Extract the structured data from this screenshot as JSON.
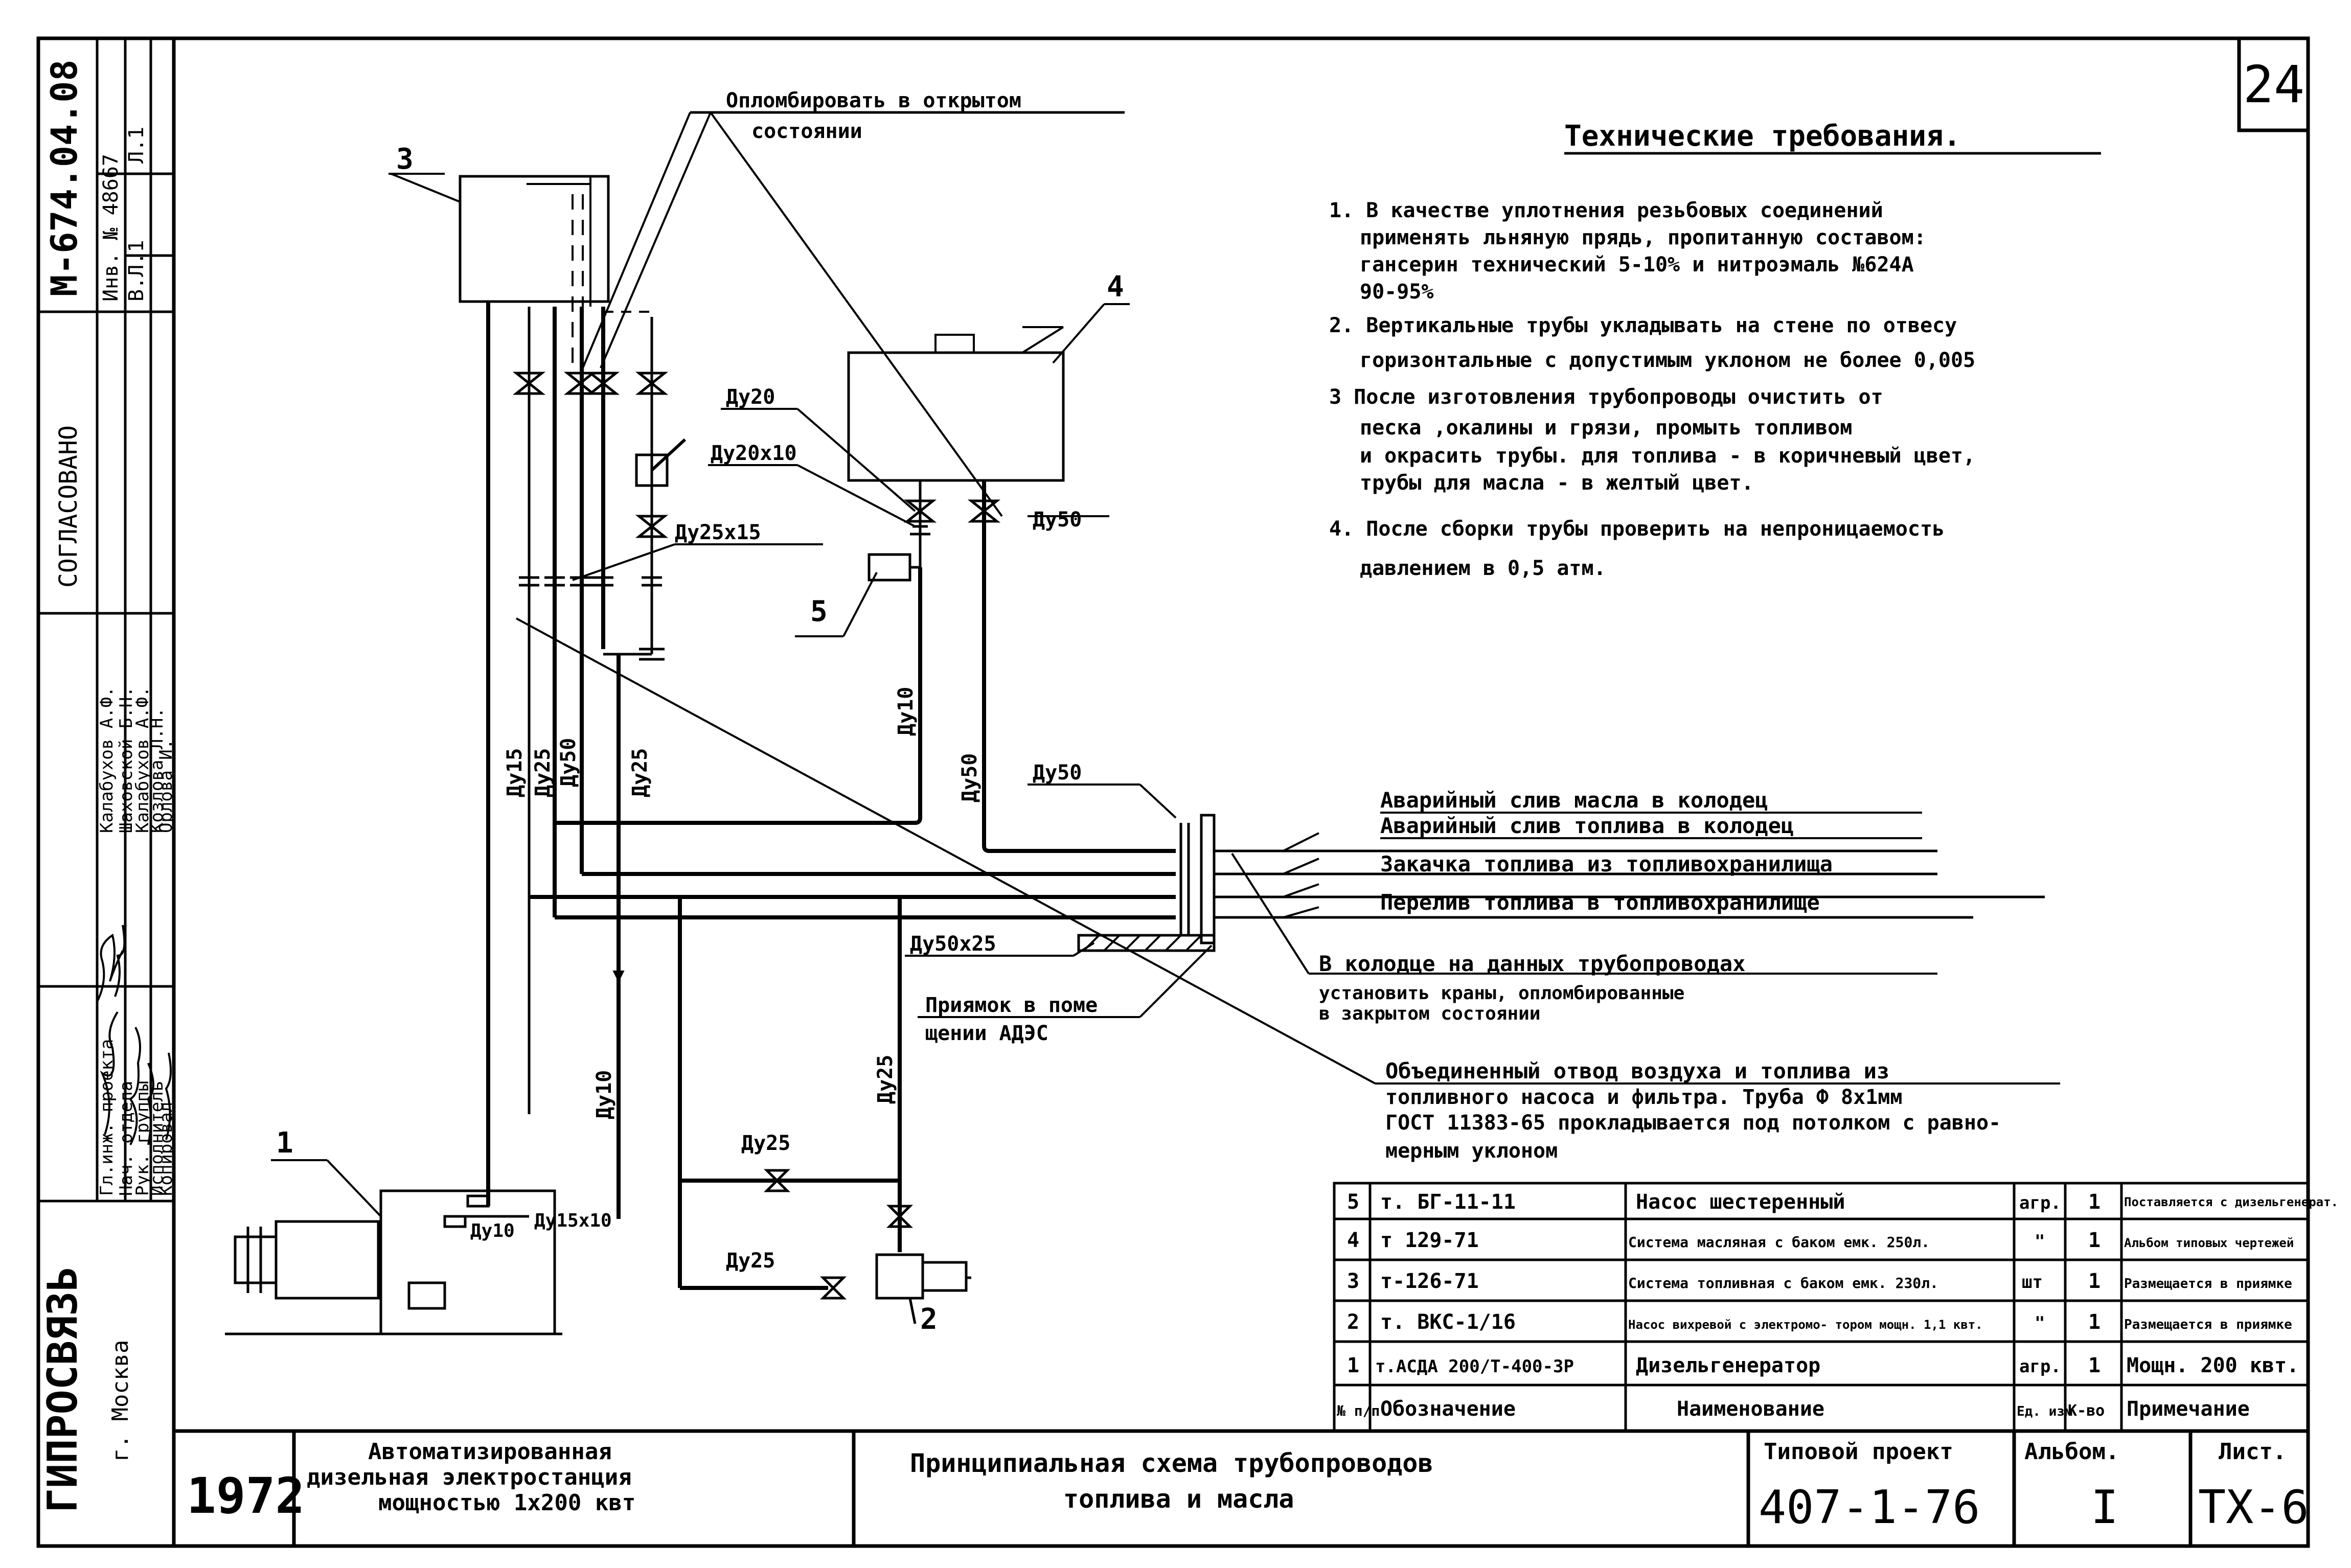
{
  "sheet_number": "24",
  "sidebar": {
    "code": "М-674.04.08",
    "inv": "Инв. № 48667",
    "vl": "В.Л.1",
    "l": "Л.1",
    "agreed": "СОГЛАСОВАНО",
    "roles": [
      "Гл.инж. проекта",
      "Нач. отдела",
      "Рук. группы",
      "Исполнитель",
      "Копировал"
    ],
    "names": [
      "Калабухов А.Ф.",
      "Шаховской Б.Н.",
      "Калабухов А.Ф.",
      "Козлова Л.Н.",
      "Орлова И."
    ],
    "org": "ГИПРОСВЯЗЬ",
    "city": "г. Москва"
  },
  "tech_req": {
    "title": "Технические требования.",
    "items": [
      [
        "1. В качестве уплотнения резьбовых соединений",
        "применять льняную прядь, пропитанную составом:",
        "гансерин технический 5-10% и нитроэмаль №624А",
        "90-95%"
      ],
      [
        "2. Вертикальные трубы укладывать на стене по отвесу",
        "горизонтальные с допустимым уклоном не более 0,005"
      ],
      [
        "3 После изготовления трубопроводы очистить от",
        "песка ,окалины и грязи, промыть топливом",
        "и окрасить трубы. для топлива - в коричневый цвет,",
        "трубы для масла - в желтый цвет."
      ],
      [
        "4. После сборки трубы проверить на непроницаемость",
        "давлением в 0,5 атм."
      ]
    ]
  },
  "labels": {
    "seal_open": [
      "Опломбировать в открытом",
      "состоянии"
    ],
    "du20": "Ду20",
    "du20x10": "Ду20х10",
    "du25x15": "Ду25х15",
    "du50_top": "Ду50",
    "du15": "Ду15",
    "du25_a": "Ду25",
    "du50_b": "Ду50",
    "du25_b": "Ду25",
    "du10_a": "Ду10",
    "du50_c": "Ду50",
    "du50x25": "Ду50х25",
    "du10_b": "Ду10",
    "du25_c": "Ду25",
    "du25_d": "Ду25",
    "du25_e": "Ду25",
    "du10_c": "Ду10",
    "du15x10": "Ду15х10",
    "pit": [
      "Приямок в поме",
      "щении АДЭС"
    ],
    "lines": [
      "Аварийный слив масла в колодец",
      "Аварийный слив топлива в колодец",
      "Закачка топлива из топливохранилища",
      "Перелив топлива в топливохранилище"
    ],
    "well": [
      "В колодце на данных трубопроводах",
      "установить краны, опломбированные",
      "в закрытом состоянии"
    ],
    "vent": [
      "Объединенный отвод воздуха и топлива из",
      "топливного насоса и фильтра. Труба Ф 8х1мм",
      "ГОСТ 11383-65 прокладывается под потолком с равно-",
      "мерным уклоном"
    ],
    "pos": [
      "1",
      "2",
      "3",
      "4",
      "5"
    ]
  },
  "table": {
    "headers": [
      "№ п/п",
      "Обозначение",
      "Наименование",
      "Ед. изм",
      "К-во",
      "Примечание"
    ],
    "rows": [
      [
        "5",
        "т. БГ-11-11",
        "Насос шестеренный",
        "агр.",
        "1",
        "Поставляется с дизельгенерат."
      ],
      [
        "4",
        "т 129-71",
        "Система масляная с баком емк. 250л.",
        "\"",
        "1",
        "Альбом типовых чертежей"
      ],
      [
        "3",
        "т-126-71",
        "Система топливная с баком емк. 230л.",
        "шт",
        "1",
        "Размещается в приямке"
      ],
      [
        "2",
        "т. ВКС-1/16",
        "Насос вихревой с электромо- тором мощн. 1,1 квт.",
        "\"",
        "1",
        "Размещается в приямке"
      ],
      [
        "1",
        "т.АСДА 200/Т-400-3Р",
        "Дизельгенератор",
        "агр.",
        "1",
        "Мощн. 200 квт."
      ]
    ]
  },
  "title_block": {
    "year": "1972",
    "project_name": [
      "Автоматизированная",
      "дизельная электростанция",
      "мощностью 1х200 квт"
    ],
    "drawing_title": [
      "Принципиальная схема трубопроводов",
      "топлива и масла"
    ],
    "type_project_label": "Типовой проект",
    "type_project": "407-1-76",
    "album_label": "Альбом.",
    "album": "I",
    "sheet_label": "Лист.",
    "sheet": "ТХ-6"
  }
}
